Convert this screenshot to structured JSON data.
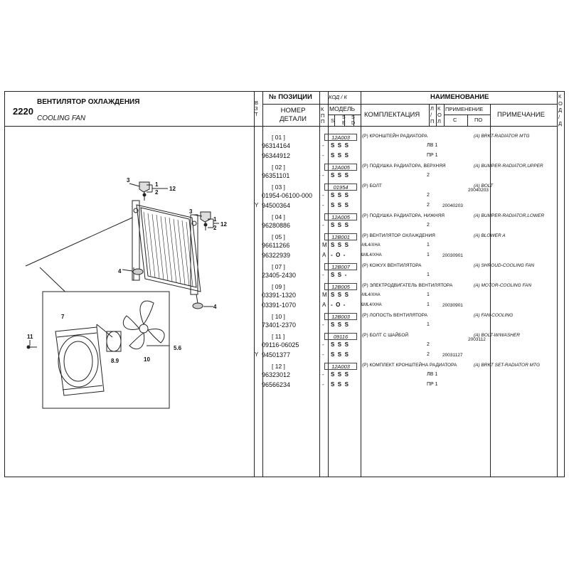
{
  "section": {
    "number": "2220",
    "title_ru": "ВЕНТИЛЯТОР ОХЛАЖДЕНИЯ",
    "title_en": "COOLING FAN"
  },
  "headers": {
    "vzt": "В З Т",
    "position": "№ ПОЗИЦИИ",
    "part_number": "НОМЕР ДЕТАЛИ",
    "kpp": "К П П",
    "code": "КОД / К",
    "model": "МОДЕЛЬ",
    "model_s1": "S",
    "model_s2": "S E",
    "model_s3": "S D",
    "name": "НАИМЕНОВАНИЕ",
    "kit": "КОМПЛЕКТАЦИЯ",
    "lp": "Л / П",
    "kol": "К О Л",
    "application": "ПРИМЕНЕНИЕ",
    "from": "С",
    "to": "ПО",
    "note": "ПРИМЕЧАНИЕ",
    "kod": "К О Д / Д"
  },
  "diagram_labels": [
    "3",
    "1",
    "2",
    "12",
    "3",
    "1",
    "2",
    "12",
    "4",
    "4",
    "7",
    "11",
    "8.9",
    "10",
    "5.6"
  ],
  "groups": [
    {
      "pos": "[ 01 ]",
      "code": "12A003",
      "desc_ru": "(P) КРОНШТЕЙН РАДИАТОРА",
      "desc_en": "(A) BRKT-RADIATOR MTG",
      "rows": [
        {
          "vzt": "",
          "part": "96314164",
          "kpp": "-",
          "m": "S  S  S",
          "kit": "",
          "lp": "ЛВ 1",
          "from": "",
          "to": ""
        },
        {
          "vzt": "",
          "part": "96344912",
          "kpp": "-",
          "m": "S  S  S",
          "kit": "",
          "lp": "ПР 1",
          "from": "",
          "to": ""
        }
      ]
    },
    {
      "pos": "[ 02 ]",
      "code": "12A005",
      "desc_ru": "(P) ПОДУШКА РАДИАТОРА, ВЕРХНЯЯ",
      "desc_en": "(A) BUMPER-RADIATOR,UPPER",
      "rows": [
        {
          "vzt": "",
          "part": "96351101",
          "kpp": "-",
          "m": "S  S  S",
          "kit": "",
          "lp": "2",
          "from": "",
          "to": ""
        }
      ]
    },
    {
      "pos": "[ 03 ]",
      "code": "01954",
      "desc_ru": "(P) БОЛТ",
      "desc_en": "(A) BOLT",
      "rows": [
        {
          "vzt": "",
          "part": "01954-06100-000",
          "kpp": "-",
          "m": "S  S  S",
          "kit": "",
          "lp": "2",
          "from": "",
          "to": "20040203"
        },
        {
          "vzt": "Y",
          "part": "94500364",
          "kpp": "-",
          "m": "S  S  S",
          "kit": "",
          "lp": "2",
          "from": "20040203",
          "to": ""
        }
      ]
    },
    {
      "pos": "[ 04 ]",
      "code": "12A005",
      "desc_ru": "(P) ПОДУШКА РАДИАТОРА, НИЖНЯЯ",
      "desc_en": "(A) BUMPER-RADIATOR,LOWER",
      "rows": [
        {
          "vzt": "",
          "part": "96280886",
          "kpp": "-",
          "m": "S  S  S",
          "kit": "",
          "lp": "2",
          "from": "",
          "to": ""
        }
      ]
    },
    {
      "pos": "[ 05 ]",
      "code": "12B001",
      "desc_ru": "(P) ВЕНТИЛЯТОР ОХЛАЖДЕНИЯ",
      "desc_en": "(A) BLOWER A",
      "rows": [
        {
          "vzt": "",
          "part": "96611266",
          "kpp": "M",
          "m": "S  S  S",
          "kit": "-ML4/XHA",
          "lp": "1",
          "from": "",
          "to": ""
        },
        {
          "vzt": "",
          "part": "96322939",
          "kpp": "A",
          "m": "-  O  -",
          "kit": "&ML4/XHA",
          "lp": "1",
          "from": "20030901",
          "to": ""
        }
      ]
    },
    {
      "pos": "[ 07 ]",
      "code": "12B007",
      "desc_ru": "(P) КОЖУХ ВЕНТИЛЯТОРА",
      "desc_en": "(A) SHROUD-COOLING FAN",
      "rows": [
        {
          "vzt": "",
          "part": "23405-2430",
          "kpp": "-",
          "m": "S  S  -",
          "kit": "",
          "lp": "1",
          "from": "",
          "to": ""
        }
      ]
    },
    {
      "pos": "[ 09 ]",
      "code": "12B005",
      "desc_ru": "(P) ЭЛЕКТРОДВИГАТЕЛЬ ВЕНТИЛЯТОРА",
      "desc_en": "(A) MOTOR-COOLING FAN",
      "rows": [
        {
          "vzt": "",
          "part": "03391-1320",
          "kpp": "M",
          "m": "S  S  S",
          "kit": "-ML4/XHA",
          "lp": "1",
          "from": "",
          "to": ""
        },
        {
          "vzt": "",
          "part": "03391-1070",
          "kpp": "A",
          "m": "-  O  -",
          "kit": "&ML4/XHA",
          "lp": "1",
          "from": "20030901",
          "to": ""
        }
      ]
    },
    {
      "pos": "[ 10 ]",
      "code": "12B003",
      "desc_ru": "(P) ЛОПОСТЬ ВЕНТИЛЯТОРА",
      "desc_en": "(A) FAN-COOLING",
      "rows": [
        {
          "vzt": "",
          "part": "73401-2370",
          "kpp": "-",
          "m": "S  S  S",
          "kit": "",
          "lp": "1",
          "from": "",
          "to": ""
        }
      ]
    },
    {
      "pos": "[ 11 ]",
      "code": "09116",
      "desc_ru": "(P) БОЛТ С ШАЙБОЙ",
      "desc_en": "(A) BOLT-W/WASHER",
      "rows": [
        {
          "vzt": "",
          "part": "09116-06025",
          "kpp": "-",
          "m": "S  S  S",
          "kit": "",
          "lp": "2",
          "from": "",
          "to": "2003112"
        },
        {
          "vzt": "Y",
          "part": "94501377",
          "kpp": "-",
          "m": "S  S  S",
          "kit": "",
          "lp": "2",
          "from": "20031127",
          "to": ""
        }
      ]
    },
    {
      "pos": "[ 12 ]",
      "code": "12A003",
      "desc_ru": "(P) КОМПЛЕКТ КРОНШТЕЙНА РАДИАТОРА",
      "desc_en": "(A) BRKT SET-RADIATOR MTG",
      "rows": [
        {
          "vzt": "",
          "part": "96323012",
          "kpp": "-",
          "m": "S  S  S",
          "kit": "",
          "lp": "ЛВ 1",
          "from": "",
          "to": ""
        },
        {
          "vzt": "",
          "part": "96566234",
          "kpp": "-",
          "m": "S  S  S",
          "kit": "",
          "lp": "ПР 1",
          "from": "",
          "to": ""
        }
      ]
    }
  ]
}
